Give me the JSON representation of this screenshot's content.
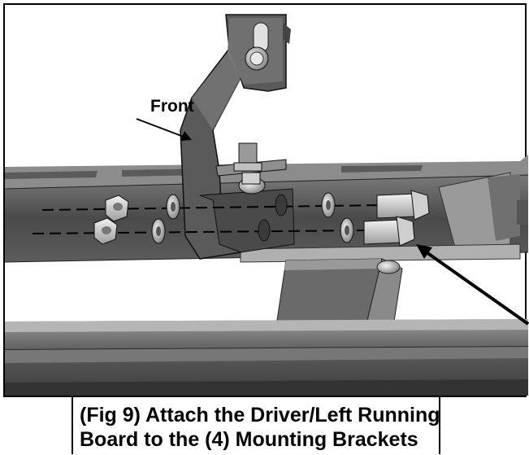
{
  "labels": {
    "front": "Front"
  },
  "caption": {
    "line1": "(Fig 9) Attach the Driver/Left Running",
    "line2": "Board to the (4) Mounting Brackets"
  },
  "colors": {
    "frame_dark": "#3a3a3a",
    "frame_mid": "#6e6e6e",
    "frame_light": "#a9a9a9",
    "bracket": "#565656",
    "bolt": "#d8d8d8",
    "outline": "#000000"
  }
}
